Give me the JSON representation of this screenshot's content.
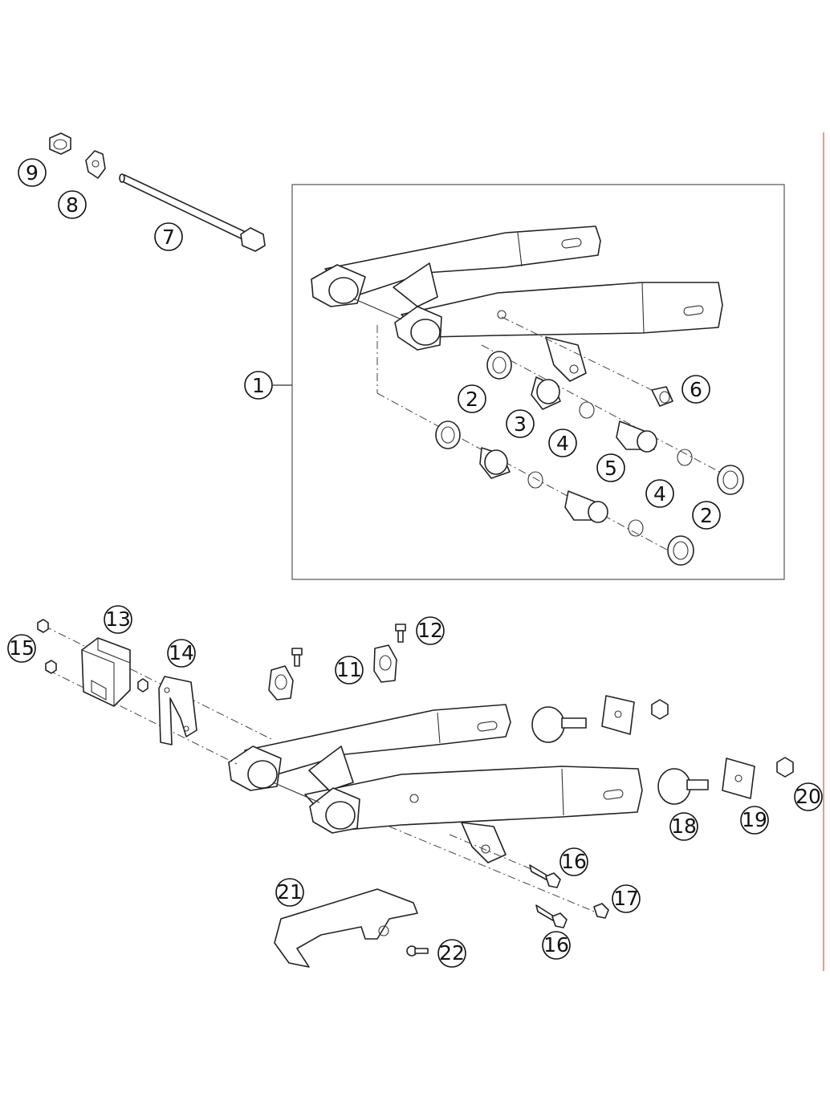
{
  "diagram": {
    "callouts": [
      {
        "id": "c9",
        "label": "9"
      },
      {
        "id": "c8",
        "label": "8"
      },
      {
        "id": "c7",
        "label": "7"
      },
      {
        "id": "c1",
        "label": "1"
      },
      {
        "id": "c6",
        "label": "6"
      },
      {
        "id": "c2a",
        "label": "2"
      },
      {
        "id": "c3",
        "label": "3"
      },
      {
        "id": "c4a",
        "label": "4"
      },
      {
        "id": "c5",
        "label": "5"
      },
      {
        "id": "c4b",
        "label": "4"
      },
      {
        "id": "c2b",
        "label": "2"
      },
      {
        "id": "c13",
        "label": "13"
      },
      {
        "id": "c15",
        "label": "15"
      },
      {
        "id": "c14",
        "label": "14"
      },
      {
        "id": "c12",
        "label": "12"
      },
      {
        "id": "c11",
        "label": "11"
      },
      {
        "id": "c20",
        "label": "20"
      },
      {
        "id": "c18",
        "label": "18"
      },
      {
        "id": "c19",
        "label": "19"
      },
      {
        "id": "c16a",
        "label": "16"
      },
      {
        "id": "c17",
        "label": "17"
      },
      {
        "id": "c21",
        "label": "21"
      },
      {
        "id": "c22",
        "label": "22"
      },
      {
        "id": "c16b",
        "label": "16"
      }
    ]
  }
}
